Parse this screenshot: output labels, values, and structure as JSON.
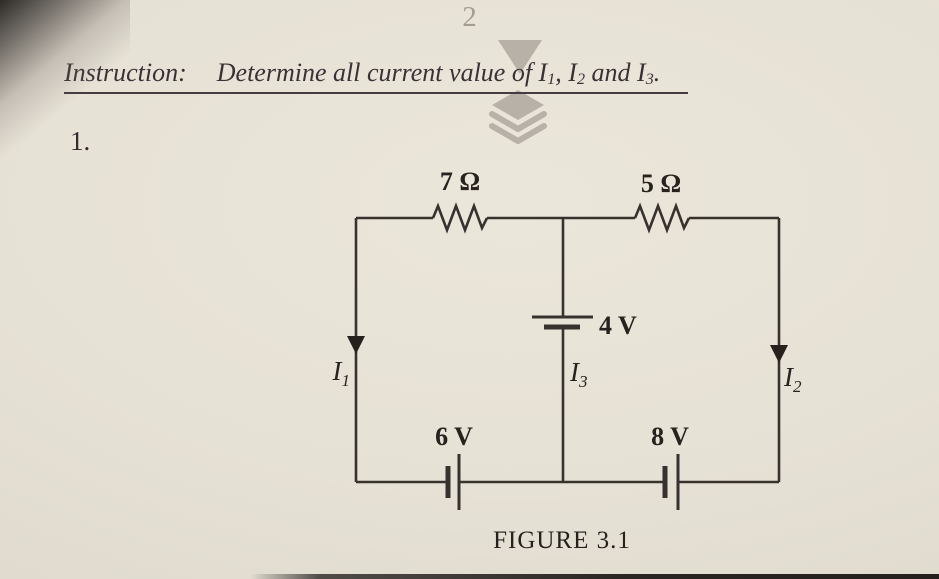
{
  "page": {
    "number": "2",
    "item_number": "1.",
    "caption": "FIGURE 3.1"
  },
  "instruction": {
    "label": "Instruction:",
    "parts": [
      "Determine all current value of I",
      "1",
      ", I",
      "2",
      " and I",
      "3",
      "."
    ]
  },
  "circuit": {
    "resistors": [
      {
        "name": "R1",
        "label": "7 Ω",
        "position": "top-left-branch"
      },
      {
        "name": "R2",
        "label": "5 Ω",
        "position": "top-right-branch"
      }
    ],
    "sources": [
      {
        "name": "V-middle",
        "label": "4 V"
      },
      {
        "name": "V-bottom-left",
        "label": "6 V"
      },
      {
        "name": "V-bottom-right",
        "label": "8 V"
      }
    ],
    "currents": [
      {
        "symbol": "I",
        "sub": "1",
        "branch": "left",
        "direction": "down"
      },
      {
        "symbol": "I",
        "sub": "2",
        "branch": "right",
        "direction": "down"
      },
      {
        "symbol": "I",
        "sub": "3",
        "branch": "middle",
        "direction": "down"
      }
    ]
  },
  "icons": {
    "scroll_down_triangle": "triangle-down",
    "layers_stack": "stacked-pages"
  },
  "colors": {
    "paper": "#e6e1d5",
    "ink": "#3a3136",
    "wire": "#37322e",
    "overlay_gray": "#b2ada4"
  }
}
